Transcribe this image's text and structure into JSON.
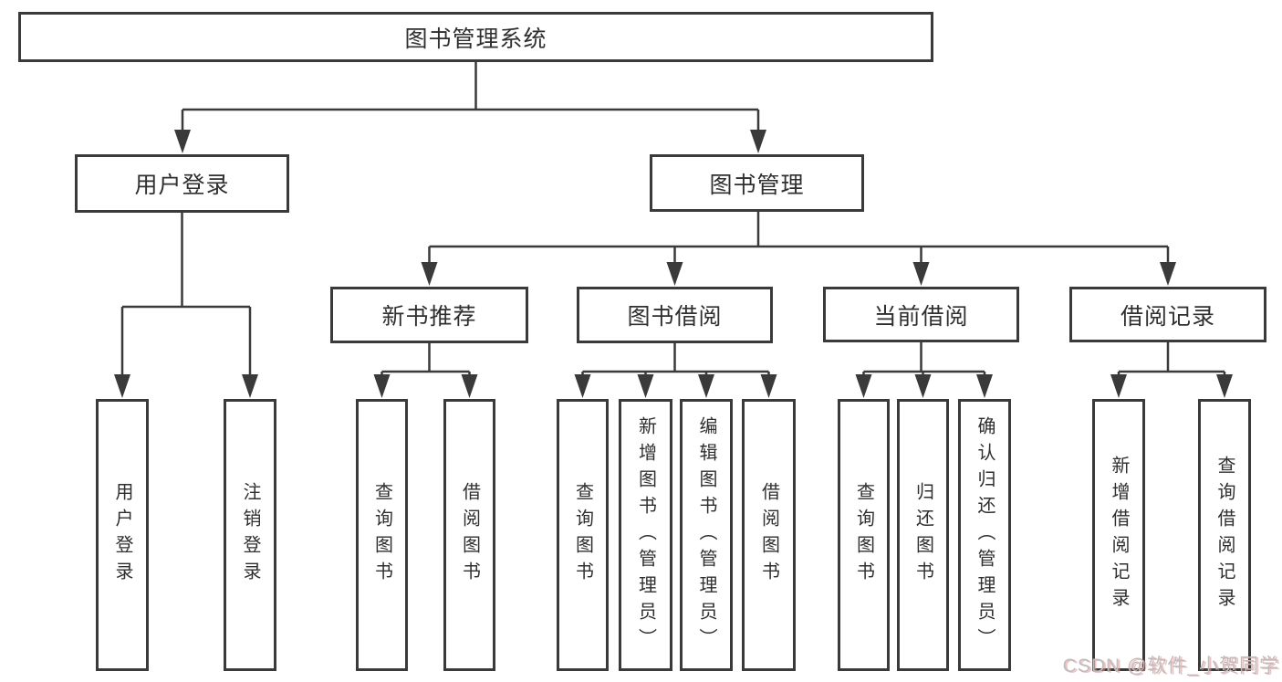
{
  "diagram": {
    "title": "图书管理系统",
    "nodes": {
      "root": "图书管理系统",
      "user_login": "用户登录",
      "book_mgmt": "图书管理",
      "new_rec": "新书推荐",
      "book_borrow": "图书借阅",
      "current_borrow": "当前借阅",
      "borrow_record": "借阅记录",
      "leaf_user_login": "用户登录",
      "leaf_logout": "注销登录",
      "leaf_query_book_rec": "查询图书",
      "leaf_borrow_book_rec": "借阅图书",
      "leaf_query_book_borrow": "查询图书",
      "leaf_add_book_admin": "新增图书（管理员）",
      "leaf_edit_book_admin": "编辑图书（管理员）",
      "leaf_borrow_book": "借阅图书",
      "leaf_query_book_current": "查询图书",
      "leaf_return_book": "归还图书",
      "leaf_confirm_return_admin": "确认归还（管理员）",
      "leaf_add_borrow_record": "新增借阅记录",
      "leaf_query_borrow_record": "查询借阅记录"
    },
    "colors": {
      "line": "#3a3a3a",
      "box_border": "#3a3a3a",
      "box_fill": "#ffffff",
      "text": "#2f2f2f",
      "background": "#ffffff"
    }
  },
  "watermark": {
    "text": "CSDN @软件_小贺同学",
    "color": "#bdbdbd",
    "shadow_color": "#e88c8c"
  }
}
